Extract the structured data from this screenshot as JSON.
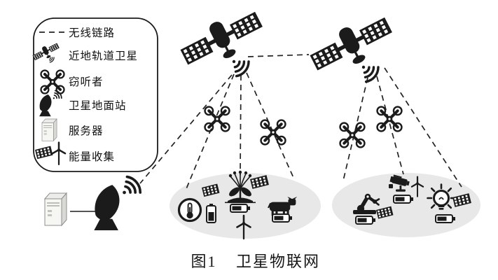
{
  "figure": {
    "caption_number": "图1",
    "caption_title": "卫星物联网"
  },
  "legend": {
    "items": [
      {
        "icon": "dashed-line-icon",
        "label": "无线链路"
      },
      {
        "icon": "satellite-icon",
        "label": "近地轨道卫星"
      },
      {
        "icon": "drone-icon",
        "label": "窃听者"
      },
      {
        "icon": "ground-station-icon",
        "label": "卫星地面站"
      },
      {
        "icon": "server-icon",
        "label": "服务器"
      },
      {
        "icon": "energy-harvesting-icon",
        "label": "能量收集"
      }
    ]
  },
  "colors": {
    "icon": "#1b1b1b",
    "zone_fill": "#e8e8e8",
    "background": "#ffffff",
    "dashed_link": "#232323"
  }
}
